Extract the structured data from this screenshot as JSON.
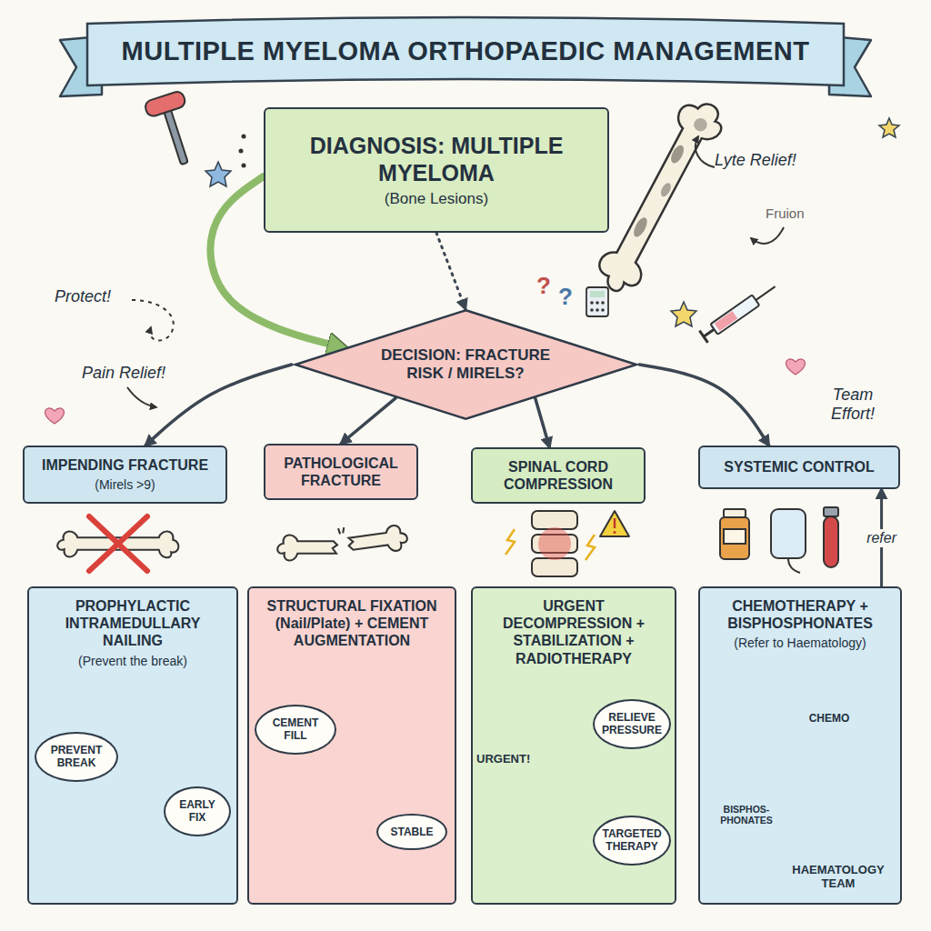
{
  "diagram": {
    "title": "MULTIPLE MYELOMA ORTHOPAEDIC MANAGEMENT",
    "nodes": [
      {
        "text": [
          "DIAGNOSIS: MULTIPLE MYELOMA",
          "(Bone Lesions)"
        ]
      },
      {
        "text": [
          "DECISION: FRACTURE RISK / MIRELS?"
        ]
      },
      {
        "text": [
          "IMPENDING FRACTURE",
          "(Mirels >9)"
        ]
      },
      {
        "text": [
          "PATHOLOGICAL FRACTURE"
        ]
      },
      {
        "text": [
          "SPINAL CORD COMPRESSION"
        ]
      },
      {
        "text": [
          "SYSTEMIC CONTROL"
        ]
      },
      {
        "text": [
          "PROPHYLACTIC INTRAMEDULLARY NAILING",
          "(Prevent the break)"
        ]
      },
      {
        "text": [
          "PREVENT BREAK"
        ],
        "in": 6
      },
      {
        "text": [
          "EARLY FIX"
        ],
        "in": 6
      },
      {
        "text": [
          "STRUCTURAL FIXATION (Nail/Plate) + CEMENT AUGMENTATION"
        ]
      },
      {
        "text": [
          "CEMENT FILL"
        ],
        "in": 9
      },
      {
        "text": [
          "STABLE"
        ],
        "in": 9
      },
      {
        "text": [
          "URGENT DECOMPRESSION + STABILIZATION + RADIOTHERAPY"
        ]
      },
      {
        "text": [
          "RELIEVE PRESSURE"
        ],
        "in": 12
      },
      {
        "text": [
          "TARGETED THERAPY"
        ],
        "in": 12
      },
      {
        "text": [
          "CHEMOTHERAPY + BISPHOSPHONATES",
          "(Refer to Haematology)"
        ]
      }
    ],
    "edges": [
      {
        "from": 0,
        "to": 1,
        "arrow": "to"
      },
      {
        "from": 0,
        "to": 1,
        "arrow": "to"
      },
      {
        "from": 1,
        "to": 2,
        "arrow": "to"
      },
      {
        "from": 1,
        "to": 3,
        "arrow": "to"
      },
      {
        "from": 1,
        "to": 4,
        "arrow": "to"
      },
      {
        "from": 1,
        "to": 5,
        "arrow": "to"
      },
      {
        "from": 15,
        "to": 5,
        "label": "refer",
        "arrow": "to"
      }
    ],
    "labels": [
      "Lyte Relief!",
      "Fruion",
      "Protect!",
      "Pain Relief!",
      "Team Effort!",
      "?",
      "?",
      "URGENT!",
      "CHEMO",
      "BISPHOS-PHONATES",
      "HAEMATOLOGY TEAM"
    ]
  }
}
